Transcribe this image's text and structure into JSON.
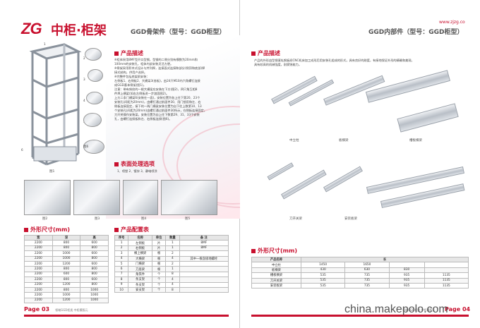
{
  "left": {
    "logo": "ZG",
    "brand": "中柜·柜架",
    "header_title": "GGD骨架件（型号：GGD柜型）",
    "section_desc": "产品描述",
    "desc_lines": [
      "※柜体采用8MF型开口型钢，型钢的二侧分别有模数为20mm和",
      "100mm的安装孔，柜体内部安装灵活方便。",
      "※骨架采用积木式设计与并列焊，连接面式连接和部分(侧顶和底部)焊",
      "接式结构，供用户选择。",
      "※完整件包括底架前安装：",
      "左侧板1、右侧板2、大横梁3(各板)，由24只M10内六角螺钉连接",
      "成GGD基本骨架(图1)。",
      "注意：带有斜纹的一根大横梁应安装在下方(图2)，四只角互相8",
      "件焊上横梁(如右左侧板进一步加固图2)。",
      "上方二条门横梁6(安装在一面)，安装位置为各上往下第20、23个",
      "安装孔(间距为20mm)，由螺钉通过前面件30、用门锁用和左、右",
      "侧板连接固定，接下的一两门横梁安装位置为自下往上数第10、13",
      "个安装孔(间距为20mm)由螺钉通过前面件30所示，在侧板连接固定，",
      "刀开关操作安装梁，安装位置为自上往下数第29、31、33个安装",
      "孔，由螺钉连接板和左、右侧板连接(图6)。"
    ],
    "section_surface": "表面处理选项",
    "surface_text": "1、喷塑  2、镀锌  3、静电喷涂",
    "fig_labels": [
      "图1",
      "图2",
      "图3",
      "图4",
      "图5",
      "图6"
    ],
    "markers": [
      "1",
      "2",
      "3",
      "4",
      "5",
      "6",
      "7",
      "8",
      "9"
    ],
    "section_dim": "外形尺寸(mm)",
    "dim_headers": [
      "宽",
      "深",
      "高"
    ],
    "dim_rows": [
      [
        "2200",
        "800",
        "600"
      ],
      [
        "2200",
        "800",
        "800"
      ],
      [
        "2200",
        "1000",
        "600"
      ],
      [
        "2200",
        "1000",
        "800"
      ],
      [
        "2200",
        "1200",
        "600"
      ],
      [
        "2200",
        "800",
        "800"
      ],
      [
        "2200",
        "600",
        "800"
      ],
      [
        "2200",
        "800",
        "600"
      ],
      [
        "2200",
        "1200",
        "800"
      ],
      [
        "2200",
        "800",
        "1000"
      ],
      [
        "2200",
        "1000",
        "1000"
      ],
      [
        "2200",
        "1200",
        "1000"
      ]
    ],
    "section_config": "产品配置表",
    "cfg_headers": [
      "序号",
      "名称",
      "单位",
      "数量",
      "备 注"
    ],
    "cfg_rows": [
      [
        "1",
        "左侧板",
        "片",
        "1",
        "8MF"
      ],
      [
        "2",
        "右侧板",
        "片",
        "1",
        "8MF"
      ],
      [
        "3",
        "横上横梁",
        "根",
        "2",
        ""
      ],
      [
        "4",
        "大横梁",
        "根",
        "4",
        "其中一根含接地螺栓"
      ],
      [
        "5",
        "门横梁",
        "根",
        "2",
        ""
      ],
      [
        "6",
        "刀座梁",
        "根",
        "1",
        ""
      ],
      [
        "7",
        "角铁件",
        "个",
        "8",
        ""
      ],
      [
        "8",
        "条支架",
        "个",
        "4",
        ""
      ],
      [
        "9",
        "条支架",
        "个",
        "4",
        ""
      ],
      [
        "10",
        "安支架",
        "个",
        "8",
        ""
      ]
    ],
    "page_num": "Page 03",
    "footer_note": "领域GGD柜类  中柜模版元"
  },
  "right": {
    "url": "www.zjzg.co",
    "header_title": "GGD内部件（型号：GGD柜型）",
    "section_desc": "产品描述",
    "desc_lines": [
      "产品的外形由型钢滚轧钢板经CNC机床加工成形后用安装孔组成的形式，具有良好的刚度，有接地保证外形的精确和美观，",
      "具有较高的机械强度，耐腐蚀能力。"
    ],
    "part_labels": [
      "中立柱",
      "板横梁",
      "槽板横梁",
      "刀开关梁",
      "安装板梁"
    ],
    "section_dim": "外形尺寸(mm)",
    "dim_headers": [
      "产品名称",
      "长"
    ],
    "dim_rows": [
      [
        "中立柱",
        "1450",
        "1650",
        "",
        ""
      ],
      [
        "板横梁",
        "430",
        "630",
        "830",
        ""
      ],
      [
        "槽板横梁",
        "535",
        "735",
        "935",
        "1135"
      ],
      [
        "刀开关梁",
        "535",
        "735",
        "935",
        "1135"
      ],
      [
        "安装板梁",
        "535",
        "735",
        "935",
        "1135"
      ]
    ],
    "page_num": "Page 04",
    "footer_note": "领域GGD柜类  中柜模版元"
  },
  "watermark": "china.makepolo.com"
}
